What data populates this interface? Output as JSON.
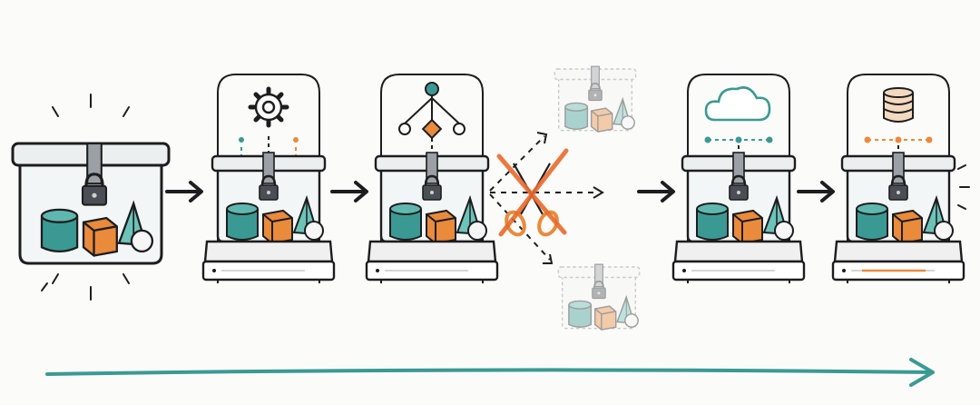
{
  "diagram": {
    "title": "",
    "stages": [
      {
        "id": "sealed-container",
        "icon": "sunburst-icon",
        "state": "standalone"
      },
      {
        "id": "config-stage",
        "icon": "gear-icon",
        "state": "on-host"
      },
      {
        "id": "orchestration-stage",
        "icon": "tree-icon",
        "state": "on-host"
      },
      {
        "id": "split-stage",
        "icon": "scissors-icon",
        "state": "rejected",
        "ghost_copies": 2
      },
      {
        "id": "cloud-stage",
        "icon": "cloud-icon",
        "state": "on-host"
      },
      {
        "id": "storage-stage",
        "icon": "database-icon",
        "state": "on-host"
      }
    ],
    "timeline": {
      "direction": "left-to-right"
    },
    "colors": {
      "ink": "#1d1d1f",
      "teal": "#3a9a93",
      "orange": "#ea8a3b",
      "ghost": "#c9c9c9",
      "background": "#fbfbfa"
    }
  }
}
